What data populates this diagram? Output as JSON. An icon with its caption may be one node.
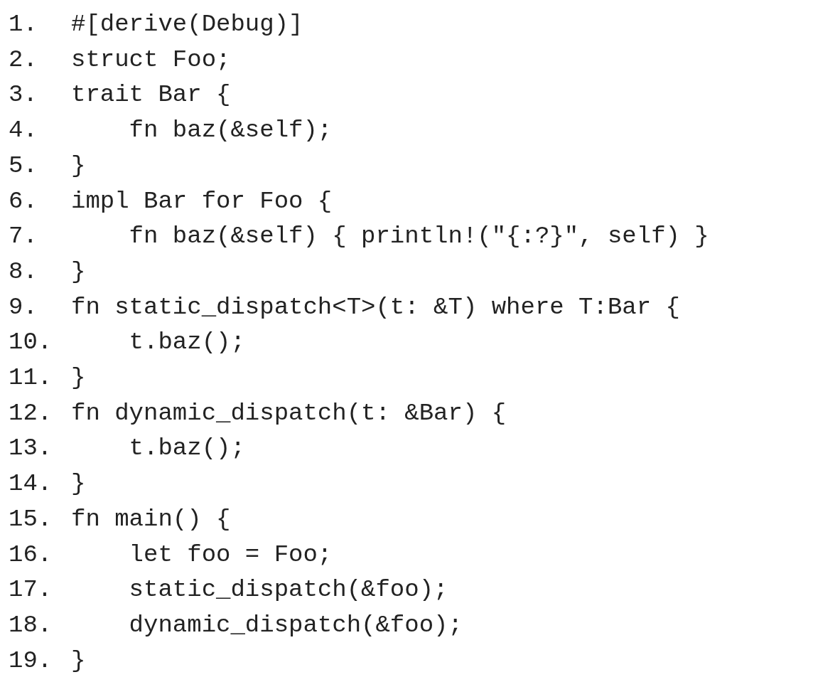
{
  "diagram": {
    "labels": [
      "1.",
      "#[derive(Debug)]",
      "2.",
      "struct Foo;",
      "3.",
      "trait Bar {",
      "4.",
      "    fn baz(&self);",
      "5.",
      "}",
      "6.",
      "impl Bar for Foo {",
      "7.",
      "    fn baz(&self) { println!(\"{:?}\", self) }",
      "8.",
      "}",
      "9.",
      "fn static_dispatch<T>(t: &T) where T:Bar {",
      "10.",
      "    t.baz();",
      "11.",
      "}",
      "12.",
      "fn dynamic_dispatch(t: &Bar) {",
      "13.",
      "    t.baz();",
      "14.",
      "}",
      "15.",
      "fn main() {",
      "16.",
      "    let foo = Foo;",
      "17.",
      "    static_dispatch(&foo);",
      "18.",
      "    dynamic_dispatch(&foo);",
      "19.",
      "}"
    ]
  }
}
